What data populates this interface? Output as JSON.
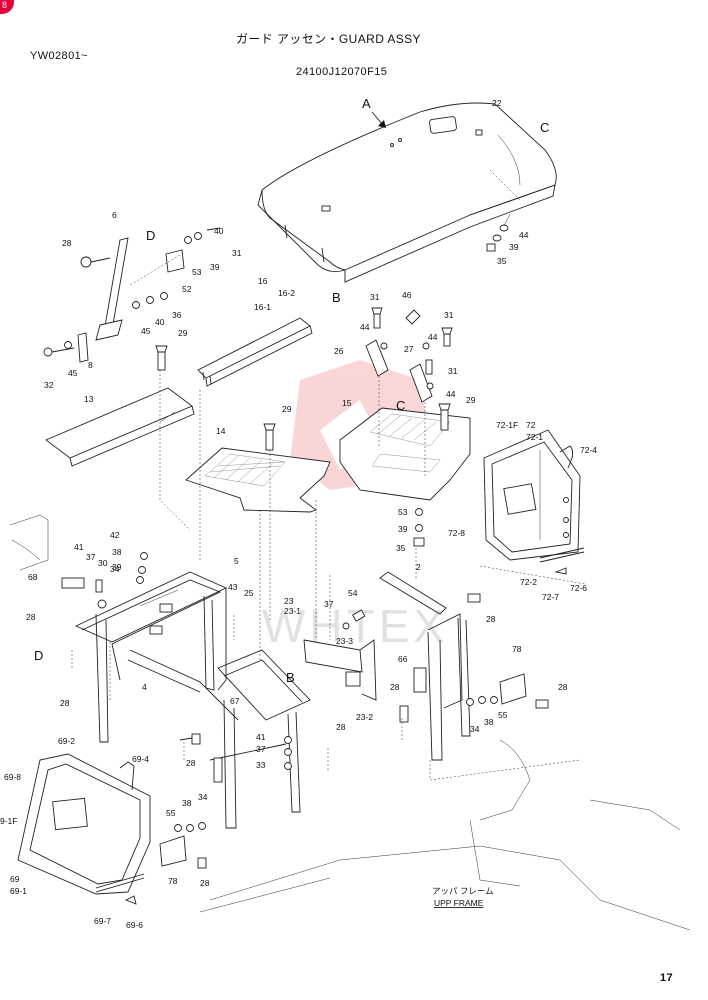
{
  "header": {
    "title": "ガード アッセン・GUARD ASSY",
    "serial": "YW02801~",
    "part_number": "24100J12070F15"
  },
  "page_number": "17",
  "corner_mark": "8",
  "watermark": "WHTEX",
  "frame_label": {
    "jp": "アッパ フレーム",
    "en": "UPP FRAME"
  },
  "view_letters": {
    "A": "A",
    "B": "B",
    "C": "C",
    "D": "D"
  },
  "labels": {
    "p2": "2",
    "p4": "4",
    "p5": "5",
    "p6": "6",
    "p8": "8",
    "p13": "13",
    "p14": "14",
    "p15": "15",
    "p16": "16",
    "p16_1": "16-1",
    "p16_2": "16-2",
    "p22": "22",
    "p23": "23",
    "p23_1": "23-1",
    "p23_2": "23-2",
    "p23_3": "23-3",
    "p25": "25",
    "p26": "26",
    "p27": "27",
    "p28": "28",
    "p29": "29",
    "p30": "30",
    "p31": "31",
    "p32": "32",
    "p33": "33",
    "p34": "34",
    "p35": "35",
    "p36": "36",
    "p37": "37",
    "p38": "38",
    "p39": "39",
    "p40": "40",
    "p41": "41",
    "p42": "42",
    "p43": "43",
    "p44": "44",
    "p45": "45",
    "p46": "46",
    "p52": "52",
    "p53": "53",
    "p54": "54",
    "p55": "55",
    "p66": "66",
    "p67": "67",
    "p68": "68",
    "p69": "69",
    "p69_1": "69-1",
    "p69_2": "69-2",
    "p69_4": "69-4",
    "p69_6": "69-6",
    "p69_7": "69-7",
    "p69_8": "69-8",
    "p69_1f": "9-1F",
    "p72": "72",
    "p72_1": "72-1",
    "p72_1f": "72-1F",
    "p72_2": "72-2",
    "p72_4": "72-4",
    "p72_6": "72-6",
    "p72_7": "72-7",
    "p72_8": "72-8",
    "p78": "78"
  }
}
